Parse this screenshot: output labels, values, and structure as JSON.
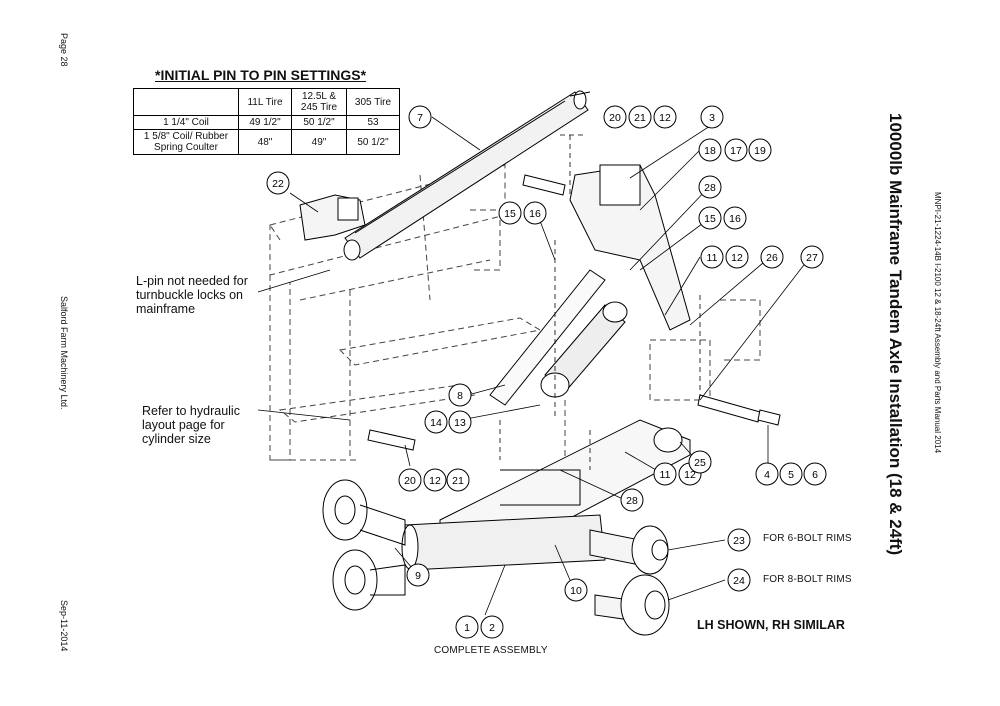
{
  "page_label": "Page 28",
  "company": "Salford Farm Machinery Ltd.",
  "date": "Sep-11-2014",
  "title": "10000lb Mainframe Tandem Axle Installation (18 & 24ft)",
  "doc_ref": "MNPI-21-1224-14B   I-2100 12 & 18-24ft Assembly and Parts Manual 2014",
  "table": {
    "title": "*INITIAL PIN TO PIN SETTINGS*",
    "headers": [
      "",
      "11L Tire",
      "12.5L & 245 Tire",
      "305 Tire"
    ],
    "rows": [
      [
        "1 1/4\" Coil",
        "49 1/2\"",
        "50 1/2\"",
        "53"
      ],
      [
        "1 5/8\" Coil/ Rubber Spring Coulter",
        "48\"",
        "49\"",
        "50 1/2\""
      ]
    ]
  },
  "notes": {
    "lpin": "L-pin not needed for turnbuckle locks on mainframe",
    "hydraulic": "Refer to hydraulic layout page for cylinder size"
  },
  "callouts": {
    "six_bolt": "FOR 6-BOLT RIMS",
    "eight_bolt": "FOR 8-BOLT RIMS",
    "complete": "COMPLETE ASSEMBLY",
    "lh": "LH SHOWN, RH SIMILAR"
  },
  "bubbles": [
    "7",
    "20",
    "21",
    "12",
    "3",
    "18",
    "17",
    "19",
    "22",
    "15",
    "16",
    "28",
    "15",
    "16",
    "11",
    "12",
    "26",
    "27",
    "8",
    "14",
    "13",
    "20",
    "12",
    "21",
    "11",
    "12",
    "25",
    "4",
    "5",
    "6",
    "28",
    "23",
    "24",
    "9",
    "10",
    "1",
    "2"
  ]
}
